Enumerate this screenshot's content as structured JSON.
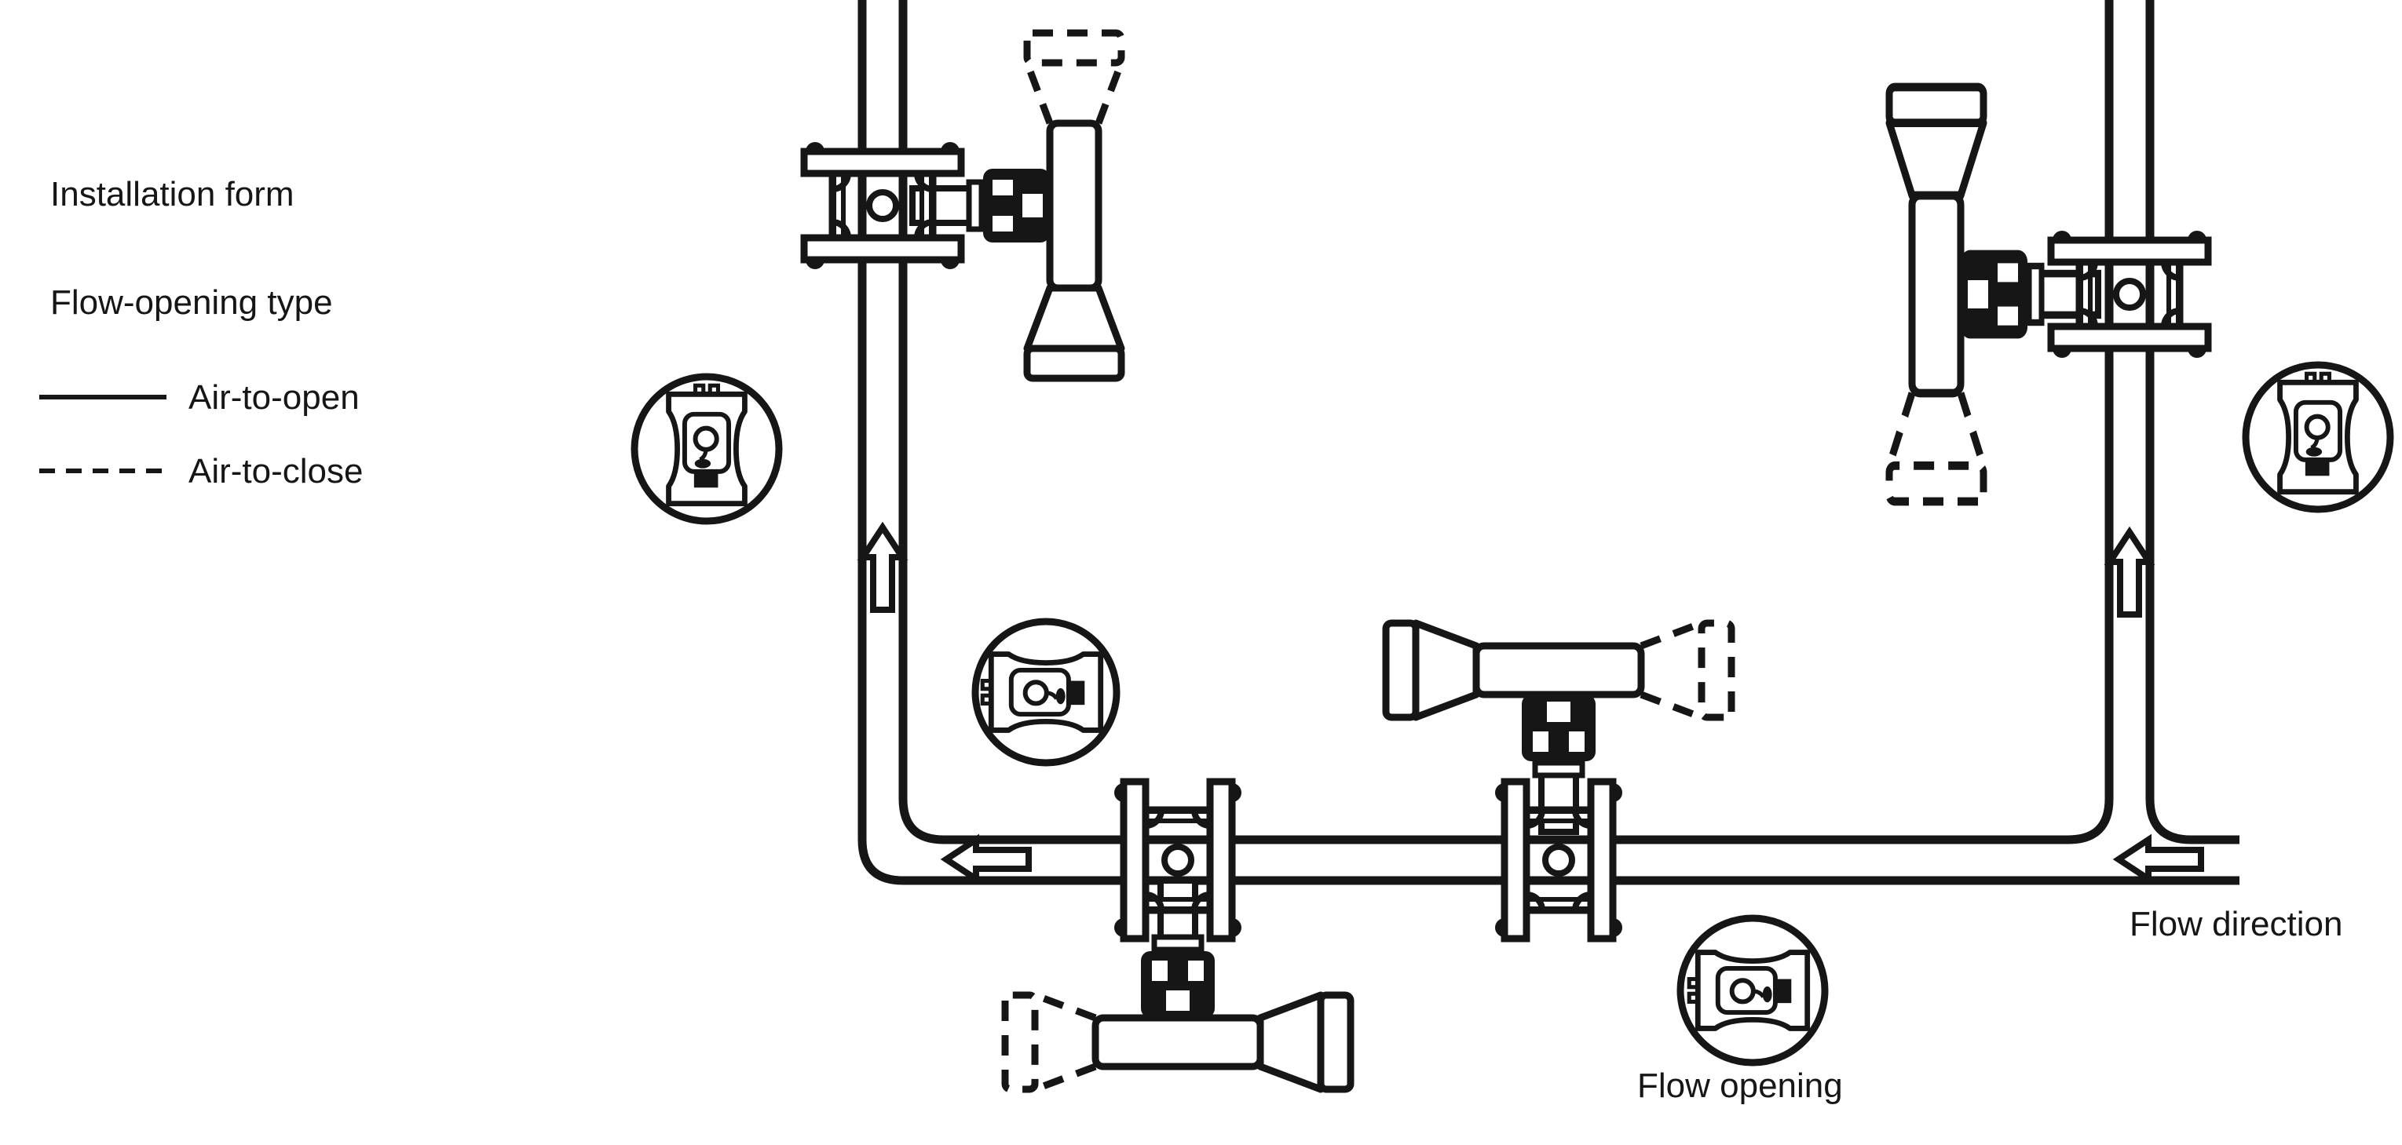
{
  "meta": {
    "background_color": "#ffffff",
    "ink_color": "#161616",
    "image_type": "valve installation piping diagram, black line art on white"
  },
  "legend": {
    "title": "Installation form",
    "subtitle": "Flow-opening type",
    "items": [
      {
        "label": "Air-to-open",
        "line_style": "solid",
        "dasharray": "none"
      },
      {
        "label": "Air-to-close",
        "line_style": "dashed",
        "dasharray": "20 14"
      }
    ]
  },
  "annotations": {
    "flow_direction": "Flow direction",
    "flow_opening": "Flow opening"
  },
  "diagram": {
    "pipes": [
      {
        "name": "left-vertical-pipe",
        "orientation": "vertical",
        "flow": "up"
      },
      {
        "name": "right-vertical-pipe",
        "orientation": "vertical",
        "flow": "up"
      },
      {
        "name": "bottom-horizontal-pipe",
        "orientation": "horizontal",
        "flow": "left"
      }
    ],
    "flow_arrows": [
      {
        "location": "left vertical pipe",
        "direction": "up"
      },
      {
        "location": "right vertical pipe",
        "direction": "up"
      },
      {
        "location": "horizontal pipe near left elbow",
        "direction": "left"
      },
      {
        "location": "horizontal pipe near right tee",
        "direction": "left"
      }
    ],
    "valves": [
      {
        "id": "top-left",
        "pipe": "left vertical pipe",
        "actuator_side": "right of pipe",
        "solid_actuator": "points down (air-to-open)",
        "dashed_actuator": "points up (air-to-close)"
      },
      {
        "id": "top-right",
        "pipe": "right vertical pipe",
        "actuator_side": "left of pipe",
        "solid_actuator": "points up (air-to-open)",
        "dashed_actuator": "points down (air-to-close)"
      },
      {
        "id": "center",
        "pipe": "horizontal pipe",
        "actuator_side": "above pipe",
        "solid_actuator": "points left (air-to-open)",
        "dashed_actuator": "points right (air-to-close)"
      },
      {
        "id": "bottom",
        "pipe": "horizontal pipe",
        "actuator_side": "below pipe",
        "solid_actuator": "points right (air-to-open)",
        "dashed_actuator": "points left (air-to-close)"
      }
    ],
    "detail_icons": [
      {
        "id": "top-left-detail",
        "icon": "valve-cross-section-icon",
        "orientation": "vertical"
      },
      {
        "id": "mid-left-detail",
        "icon": "valve-cross-section-icon",
        "orientation": "horizontal"
      },
      {
        "id": "bottom-detail",
        "icon": "valve-cross-section-icon",
        "orientation": "horizontal"
      },
      {
        "id": "top-right-detail",
        "icon": "valve-cross-section-icon",
        "orientation": "vertical"
      }
    ]
  }
}
